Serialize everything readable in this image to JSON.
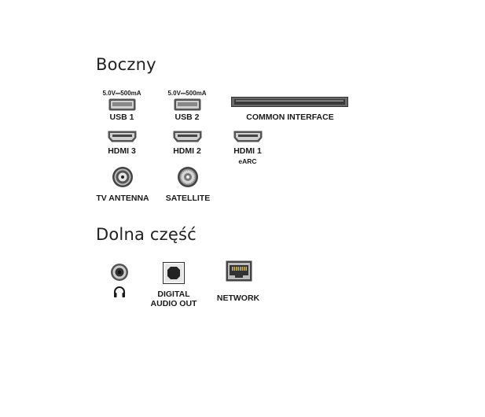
{
  "sections": {
    "side": {
      "title": "Boczny"
    },
    "bottom": {
      "title": "Dolna część"
    }
  },
  "side_ports": {
    "usb1": {
      "spec": "5.0V⎓500mA",
      "label": "USB 1"
    },
    "usb2": {
      "spec": "5.0V⎓500mA",
      "label": "USB 2"
    },
    "ci": {
      "label": "COMMON INTERFACE"
    },
    "hdmi3": {
      "label": "HDMI 3"
    },
    "hdmi2": {
      "label": "HDMI 2"
    },
    "hdmi1": {
      "label": "HDMI 1",
      "sub": "eARC"
    },
    "antenna": {
      "label": "TV ANTENNA"
    },
    "satellite": {
      "label": "SATELLITE"
    }
  },
  "bottom_ports": {
    "headphone": {
      "icon": "headphone-icon"
    },
    "digital_audio": {
      "label_line1": "DIGITAL",
      "label_line2": "AUDIO OUT"
    },
    "network": {
      "label": "NETWORK"
    }
  }
}
